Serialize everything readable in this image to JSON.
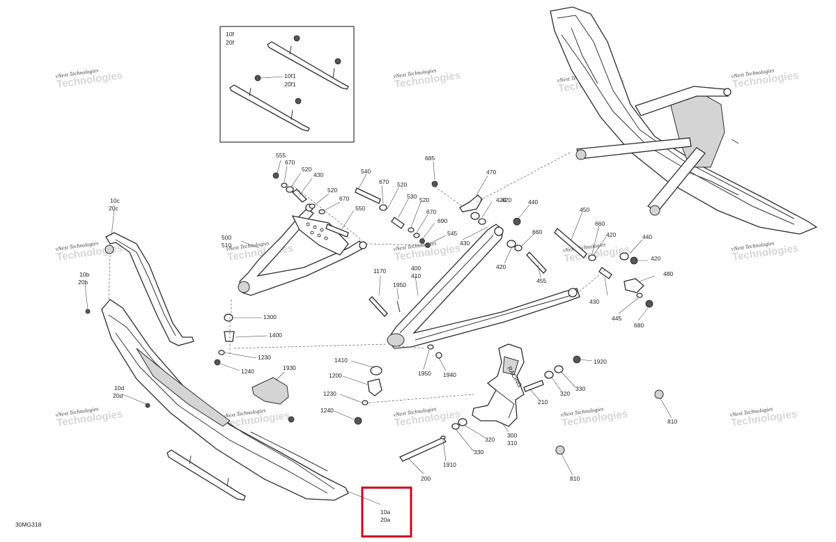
{
  "watermark": {
    "line1": "vNext Technologies",
    "line2": "Technologies"
  },
  "figure_code": "30MG318",
  "inset": {
    "labels": [
      "10f",
      "20f",
      "10f1",
      "20f1"
    ]
  },
  "highlight_callout": {
    "line1": "10a",
    "line2": "20a",
    "color": "#d0021b"
  },
  "callouts": [
    "555",
    "670",
    "520",
    "430",
    "540",
    "670",
    "520",
    "520",
    "670",
    "550",
    "530",
    "520",
    "670",
    "690",
    "545",
    "685",
    "470",
    "420",
    "440",
    "660",
    "420",
    "450",
    "660",
    "420",
    "440",
    "420",
    "480",
    "455",
    "430",
    "445",
    "680",
    "430",
    "420",
    "500",
    "510",
    "400",
    "410",
    "1170",
    "1950",
    "1300",
    "1400",
    "1230",
    "1240",
    "1930",
    "1410",
    "1200",
    "1230",
    "1240",
    "1950",
    "1940",
    "1920",
    "330",
    "320",
    "210",
    "300",
    "310",
    "320",
    "330",
    "1910",
    "200",
    "810",
    "810",
    "10c",
    "20c",
    "10b",
    "20b",
    "10d",
    "20d"
  ]
}
